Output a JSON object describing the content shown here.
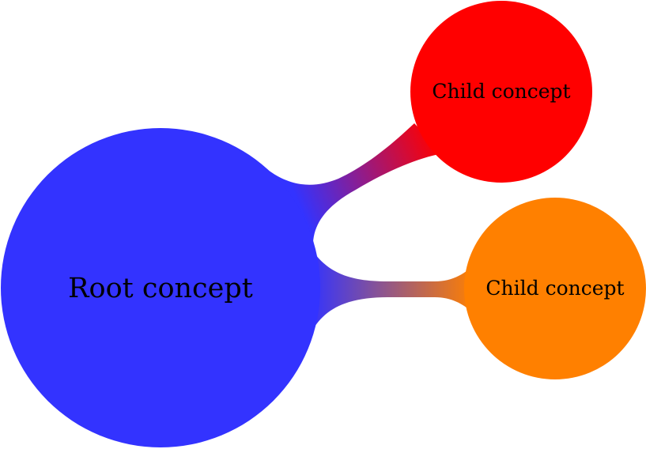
{
  "mindmap": {
    "root": {
      "label": "Root concept",
      "color": "#3333ff"
    },
    "children": [
      {
        "label": "Child concept",
        "color": "#ff0000"
      },
      {
        "label": "Child concept",
        "color": "#ff8000"
      }
    ]
  }
}
